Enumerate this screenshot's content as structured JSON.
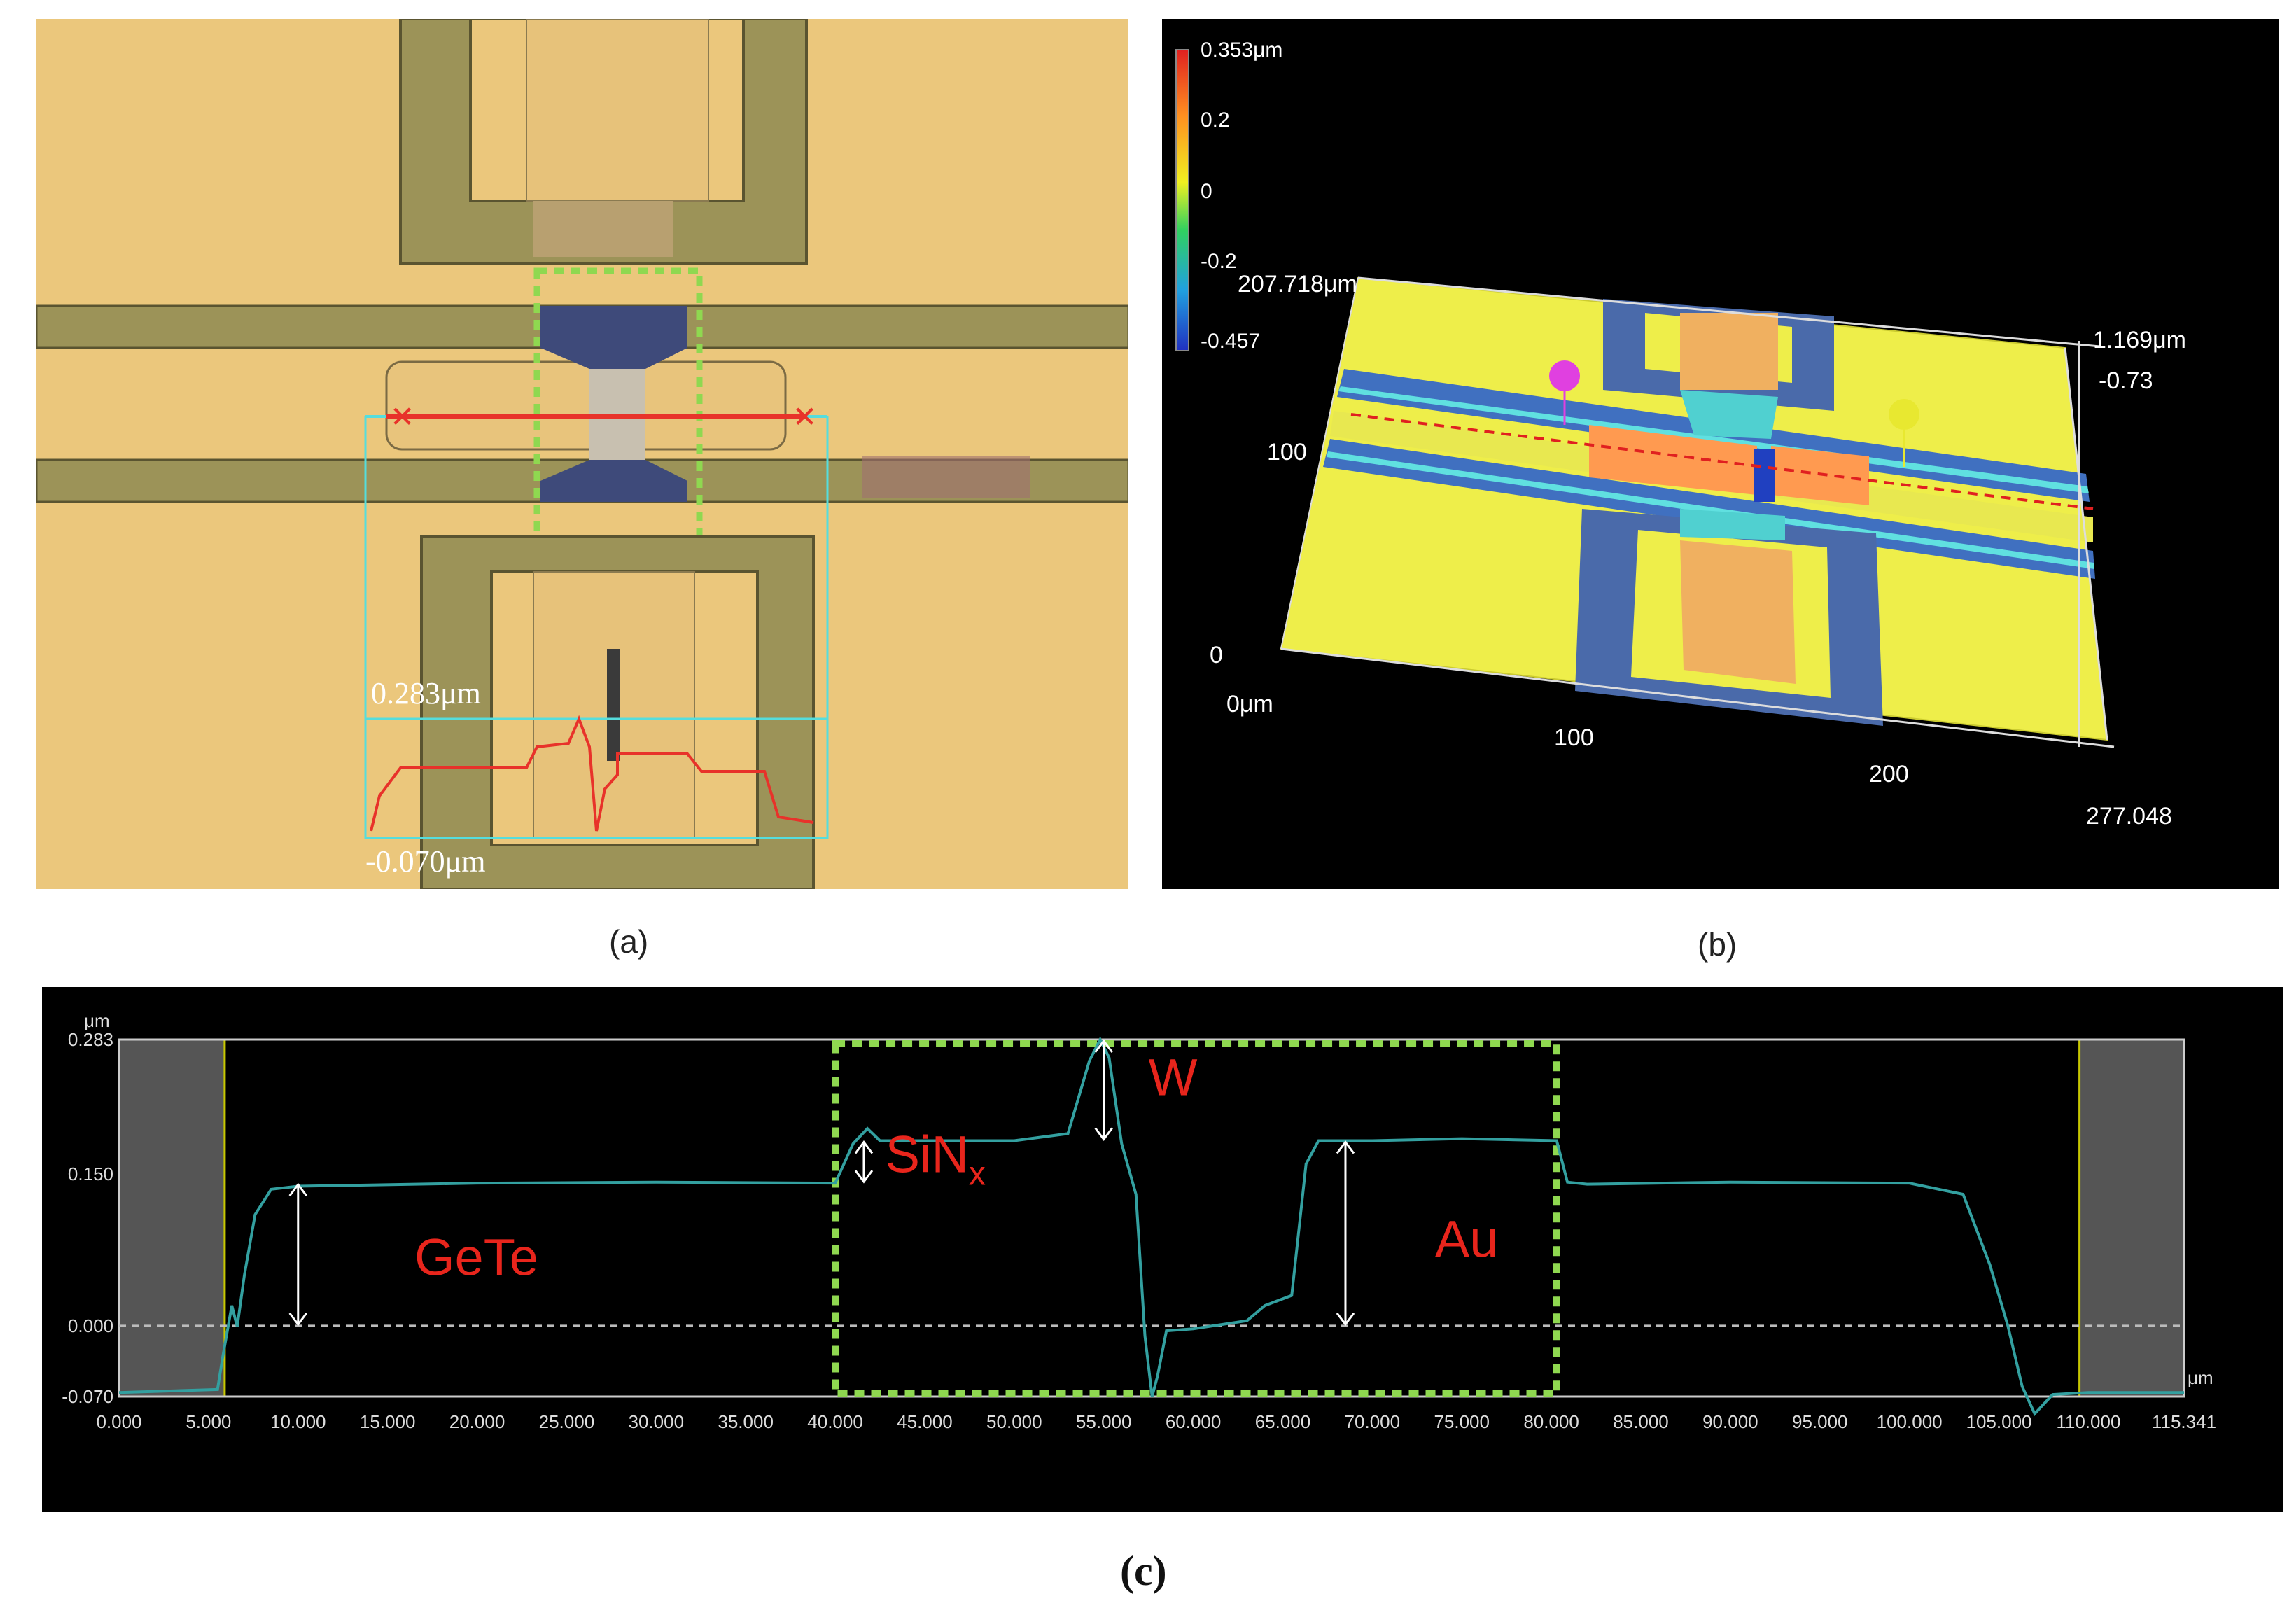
{
  "captions": {
    "a": "(a)",
    "b": "(b)",
    "c": "(c)"
  },
  "panel_a": {
    "profile_max_label": "0.283μm",
    "profile_min_label": "-0.070μm"
  },
  "panel_b": {
    "colorbar": {
      "labels": [
        "0.353μm",
        "0.2",
        "0",
        "-0.2",
        "-0.457"
      ]
    },
    "y_extent_label": "207.718μm",
    "y_tick_mid": "100",
    "y_tick_zero": "0",
    "x_origin_label": "0μm",
    "x_ticks": [
      "100",
      "200"
    ],
    "x_extent_label": "277.048",
    "z_max_label": "1.169μm",
    "z_min_label": "-0.73"
  },
  "panel_c": {
    "chart_data": {
      "type": "line",
      "ylabel": "μm",
      "xlabel": "μm",
      "ylim": [
        -0.07,
        0.283
      ],
      "xlim": [
        0,
        115.341
      ],
      "y_ticks": [
        "0.283",
        "0.150",
        "0.000",
        "-0.070"
      ],
      "x_ticks": [
        "0.000",
        "5.000",
        "10.000",
        "15.000",
        "20.000",
        "25.000",
        "30.000",
        "35.000",
        "40.000",
        "45.000",
        "50.000",
        "55.000",
        "60.000",
        "65.000",
        "70.000",
        "75.000",
        "80.000",
        "85.000",
        "90.000",
        "95.000",
        "100.000",
        "105.000",
        "110.000",
        "115.341"
      ],
      "series": [
        {
          "x": [
            0,
            5.5,
            5.8,
            6.3,
            6.6,
            7.0,
            7.6,
            8.5,
            10,
            20,
            30,
            40,
            41.0,
            41.8,
            42.5,
            45,
            50,
            53,
            54.2,
            54.8,
            55.3,
            56,
            56.8,
            57.3,
            57.7,
            58.0,
            58.5,
            60,
            63,
            64,
            65.5,
            66.3,
            67,
            68,
            70,
            75,
            80.3,
            80.9,
            82,
            90,
            100,
            103,
            104.5,
            105.5,
            106.3,
            107,
            108,
            110,
            115.341
          ],
          "y": [
            -0.066,
            -0.063,
            -0.03,
            0.02,
            -0.001,
            0.05,
            0.11,
            0.135,
            0.138,
            0.141,
            0.142,
            0.141,
            0.18,
            0.195,
            0.183,
            0.183,
            0.183,
            0.19,
            0.262,
            0.283,
            0.265,
            0.18,
            0.13,
            -0.01,
            -0.07,
            -0.05,
            -0.005,
            -0.003,
            0.005,
            0.02,
            0.03,
            0.16,
            0.183,
            0.183,
            0.183,
            0.185,
            0.183,
            0.142,
            0.14,
            0.142,
            0.141,
            0.13,
            0.06,
            0.0,
            -0.06,
            -0.087,
            -0.068,
            -0.066,
            -0.066
          ]
        }
      ],
      "annotations": [
        {
          "text": "GeTe",
          "x": 16.5,
          "y": 0.05
        },
        {
          "text": "SiN",
          "sub": "x",
          "x": 42.8,
          "y": 0.152
        },
        {
          "text": "W",
          "x": 57.5,
          "y": 0.228
        },
        {
          "text": "Au",
          "x": 73.5,
          "y": 0.068
        }
      ],
      "grid": false,
      "highlight_box_x": [
        40.0,
        80.3
      ]
    }
  }
}
